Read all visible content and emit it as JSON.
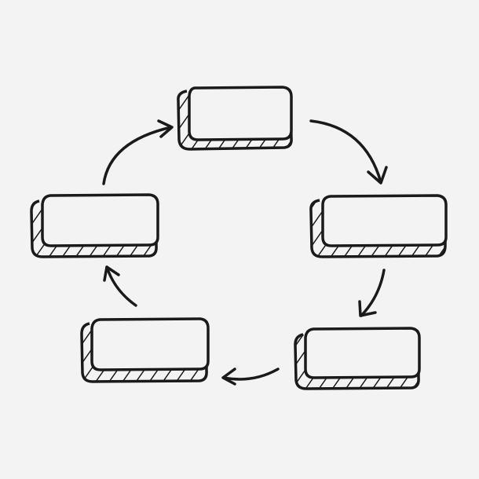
{
  "diagram": {
    "type": "cycle-flow",
    "style": "hand-drawn sketch",
    "colors": {
      "background": "#f3f3f3",
      "ink": "#1a1a1a",
      "box_fill": "#f3f3f3"
    },
    "nodes": [
      {
        "id": "node-top",
        "label": ""
      },
      {
        "id": "node-right",
        "label": ""
      },
      {
        "id": "node-bottom-right",
        "label": ""
      },
      {
        "id": "node-bottom-left",
        "label": ""
      },
      {
        "id": "node-left",
        "label": ""
      }
    ],
    "edges": [
      {
        "from": "node-top",
        "to": "node-right"
      },
      {
        "from": "node-right",
        "to": "node-bottom-right"
      },
      {
        "from": "node-bottom-right",
        "to": "node-bottom-left"
      },
      {
        "from": "node-bottom-left",
        "to": "node-left"
      },
      {
        "from": "node-left",
        "to": "node-top"
      }
    ]
  }
}
